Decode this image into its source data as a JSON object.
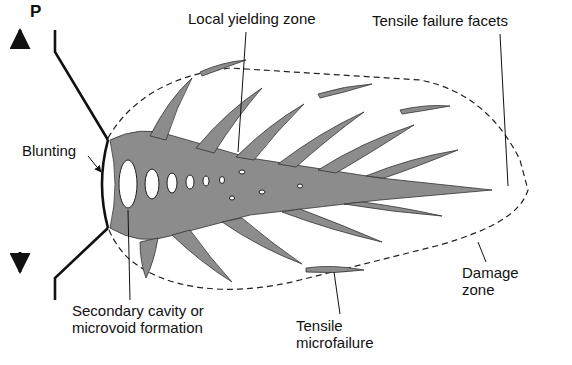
{
  "diagram": {
    "labels": [
      "P",
      "Local yielding zone",
      "Tensile failure facets",
      "Blunting",
      "Secondary cavity or microvoid formation",
      "Tensile microfailure",
      "Damage zone"
    ]
  }
}
